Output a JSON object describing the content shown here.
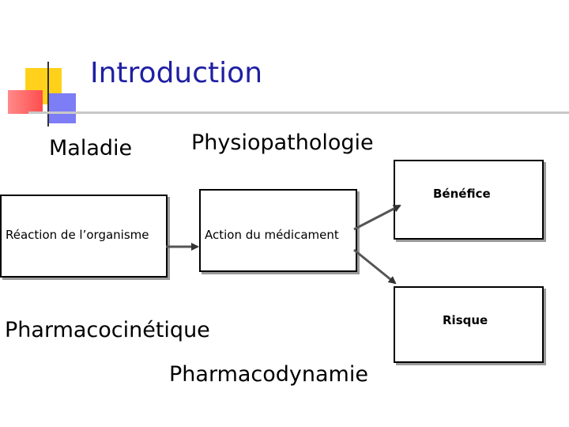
{
  "slide": {
    "title": "Introduction",
    "labels": {
      "maladie": "Maladie",
      "physiopathologie": "Physiopathologie",
      "pharmacocinetique": "Pharmacocinétique",
      "pharmacodynamie": "Pharmacodynamie"
    },
    "boxes": {
      "reaction": "Réaction de l’organisme",
      "action": "Action du médicament",
      "benefice": "Bénéfice",
      "risque": "Risque"
    },
    "colors": {
      "title": "#1f1fa3",
      "logo_yellow": "#ffd11a",
      "logo_red": "#ff6b6b",
      "logo_blue": "#6f6ff0"
    }
  }
}
